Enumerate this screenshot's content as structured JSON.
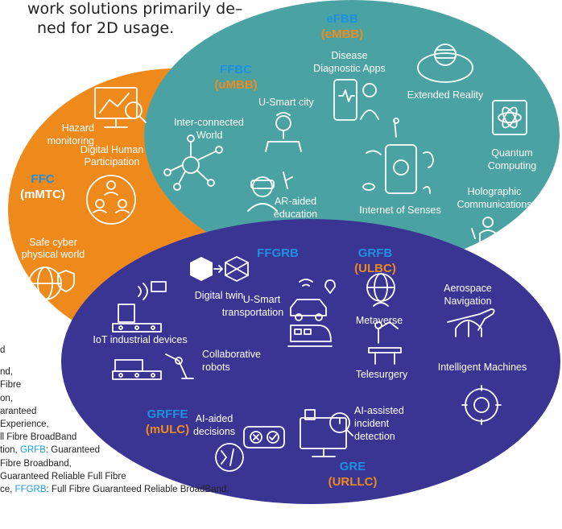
{
  "intro": {
    "line1": "work solutions primarily de–",
    "line2": "ned for 2D usage."
  },
  "legend": {
    "l1": "d",
    "l2": "nd,",
    "l3": "Fibre",
    "l4": "on,",
    "l5": "aranteed",
    "l6": "Experience,",
    "l7": "ll Fibre BroadBand",
    "l8a": "tion, ",
    "l8k": "GRFB",
    "l8b": ": Guaranteed",
    "l9": "Fibre Broadband,",
    "l10": "Guaranteed Reliable Full Fibre",
    "l11a": "ce, ",
    "l11k": "FFGRB",
    "l11b": ": Full Fibre Guaranteed Reliable BroadBand."
  },
  "regions": {
    "efbb": {
      "code": "eFBB",
      "alt": "(eMBB)"
    },
    "ffbc": {
      "code": "FFBC",
      "alt": "(uMBB)"
    },
    "ffc": {
      "code": "FFC",
      "alt": "(mMTC)"
    },
    "ffgrb": {
      "code": "FFGRB"
    },
    "grfb": {
      "code": "GRFB",
      "alt": "(ULBC)"
    },
    "grffe": {
      "code": "GRFFE",
      "alt": "(mULC)"
    },
    "gre": {
      "code": "GRE",
      "alt": "(URLLC)"
    }
  },
  "apps": {
    "hazard1": "Hazard",
    "hazard2": "monitoring",
    "dhp1": "Digital Human",
    "dhp2": "Participation",
    "scpw1": "Safe cyber",
    "scpw2": "physical world",
    "icw1": "Inter-connected",
    "icw2": "World",
    "usmart_city": "U-Smart city",
    "dda1": "Disease",
    "dda2": "Diagnostic Apps",
    "xr": "Extended Reality",
    "qc1": "Quantum",
    "qc2": "Computing",
    "ar1": "AR-aided",
    "ar2": "education",
    "ios": "Internet of Senses",
    "holo1": "Holographic",
    "holo2": "Communications",
    "dtwin": "Digital twin",
    "iot": "IoT industrial devices",
    "ust1": "U-Smart",
    "ust2": "transportation",
    "metaverse": "Metaverse",
    "aero1": "Aerospace",
    "aero2": "Navigation",
    "cobot1": "Collaborative",
    "cobot2": "robots",
    "telesurgery": "Telesurgery",
    "im": "Intelligent Machines",
    "aid1": "AI-aided",
    "aid2": "decisions",
    "aiid1": "AI-assisted",
    "aiid2": "incident",
    "aiid3": "detection"
  },
  "colors": {
    "orange": "#ee8a1c",
    "teal": "#4aa3a2",
    "navy": "#3a3593",
    "blue_code": "#1f8fe0",
    "orange_code": "#f08a1c"
  }
}
